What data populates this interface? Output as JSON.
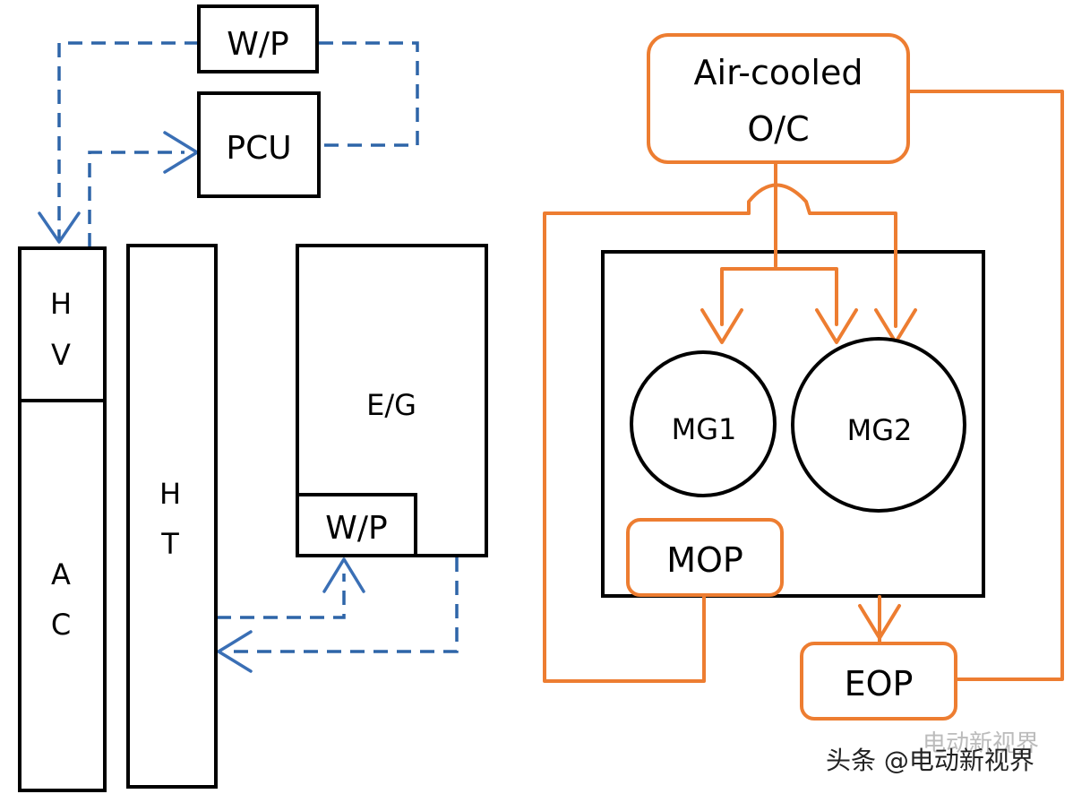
{
  "labels": {
    "wp_top": "W/P",
    "pcu": "PCU",
    "hv_1": "H",
    "hv_2": "V",
    "ac_1": "A",
    "ac_2": "C",
    "ht_1": "H",
    "ht_2": "T",
    "eg": "E/G",
    "wp_eg": "W/P",
    "oc_1": "Air-cooled",
    "oc_2": "O/C",
    "mg1": "MG1",
    "mg2": "MG2",
    "mop": "MOP",
    "eop": "EOP"
  },
  "watermark": {
    "text": "头条 @电动新视界",
    "ghost": "电动新视界"
  },
  "colors": {
    "coolant_line": "#2e65a8",
    "oil_line": "#ed7d31",
    "box_outline": "#000000"
  }
}
